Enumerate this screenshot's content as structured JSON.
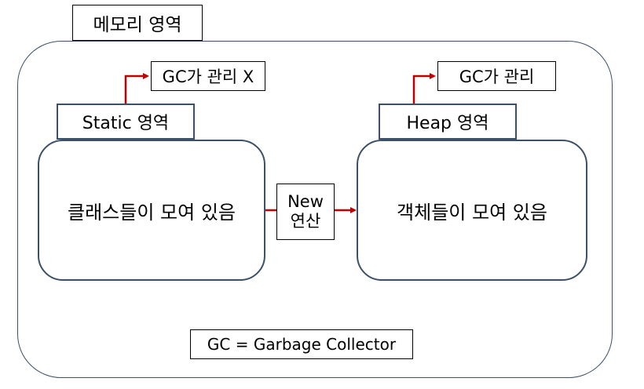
{
  "memory_area": {
    "label": "메모리 영역"
  },
  "static_area": {
    "header": "Static 영역",
    "content": "클래스들이 모여 있음",
    "gc_note": "GC가 관리 X"
  },
  "heap_area": {
    "header": "Heap 영역",
    "content": "객체들이 모여 있음",
    "gc_note": "GC가 관리"
  },
  "new_operation": {
    "line1": "New",
    "line2": "연산"
  },
  "footnote": "GC = Garbage Collector",
  "colors": {
    "border": "#3c5068",
    "arrow": "#c00000"
  }
}
